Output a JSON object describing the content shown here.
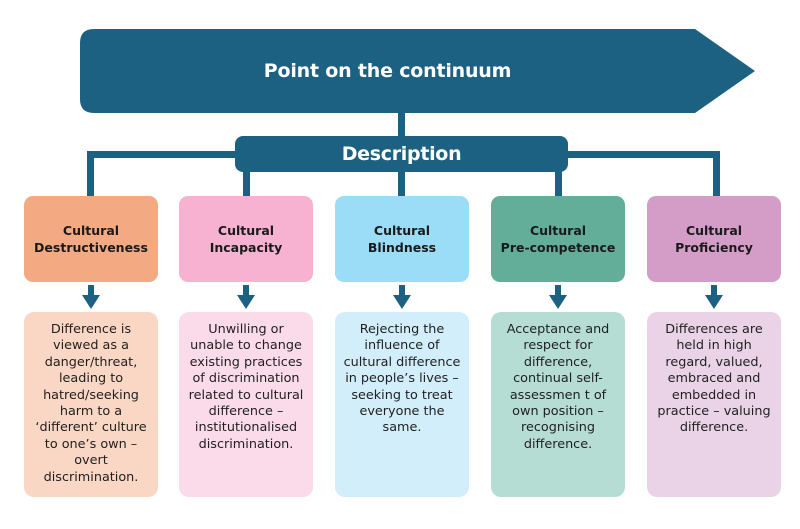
{
  "header": {
    "title": "Point on the continuum"
  },
  "description_label": "Description",
  "colors": {
    "primary": "#1c6082"
  },
  "stages": [
    {
      "title_line1": "Cultural",
      "title_line2": "Destructiveness",
      "head_color": "#f3aa83",
      "body_color": "#fad7c4",
      "description": "Difference is viewed as a danger/threat, leading to hatred/seeking harm to a ‘different’ culture to one’s own – overt discrimination."
    },
    {
      "title_line1": "Cultural",
      "title_line2": "Incapacity",
      "head_color": "#f6b2d0",
      "body_color": "#fbdbe9",
      "description": "Unwilling or unable to change existing practices of discrimination related to cultural difference – institutionalised discrimination."
    },
    {
      "title_line1": "Cultural",
      "title_line2": "Blindness",
      "head_color": "#9bdcf7",
      "body_color": "#d3eefb",
      "description": "Rejecting the influence of cultural difference in people’s lives – seeking to treat everyone the same."
    },
    {
      "title_line1": "Cultural",
      "title_line2": "Pre-competence",
      "head_color": "#62ae98",
      "body_color": "#b5ddd3",
      "description": "Acceptance and respect for difference, continual self-assessmen t of own position – recognising difference."
    },
    {
      "title_line1": "Cultural",
      "title_line2": "Proficiency",
      "head_color": "#d49dc7",
      "body_color": "#ebd3e7",
      "description": "Differences are held in high regard, valued, embraced and embedded in practice – valuing difference."
    }
  ]
}
